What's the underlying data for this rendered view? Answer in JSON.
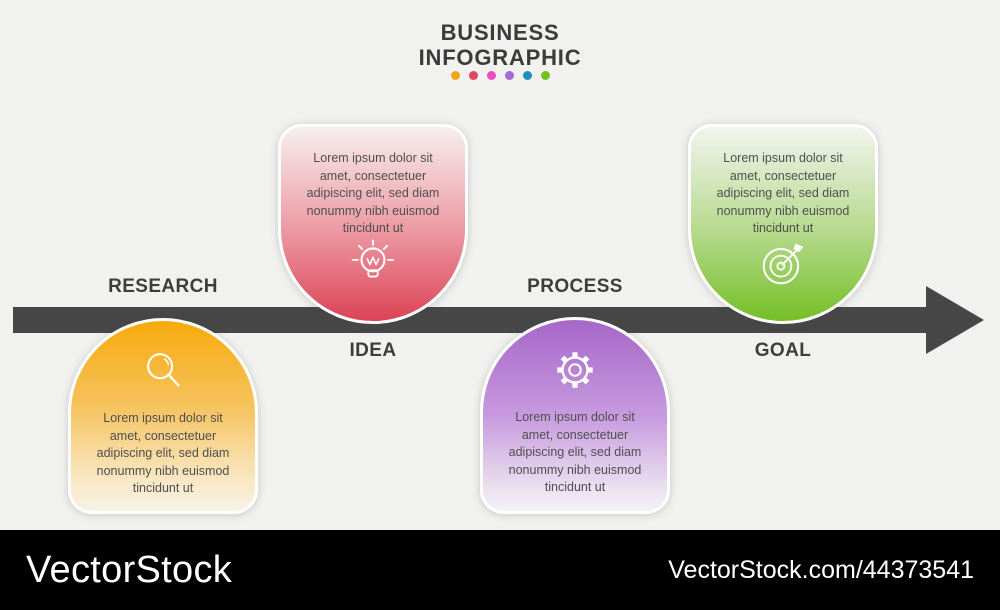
{
  "header": {
    "title_line1": "BUSINESS",
    "title_line2": "INFOGRAPHIC",
    "title_color": "#3b3b3b",
    "dot_colors": [
      "#f2a71b",
      "#e0475c",
      "#e74fc1",
      "#a569d3",
      "#1b92b8",
      "#72c222"
    ]
  },
  "timeline": {
    "arrow_color": "#474747"
  },
  "steps": [
    {
      "label": "RESEARCH",
      "icon": "magnifier-icon",
      "dome": "top",
      "gradient_top": "#f7aa0c",
      "gradient_bottom": "#f7f2e4",
      "lines": [
        "Lorem ipsum dolor sit",
        "amet, consectetuer",
        "adipiscing elit, sed diam",
        "nonummy nibh euismod",
        "tincidunt ut"
      ]
    },
    {
      "label": "IDEA",
      "icon": "lightbulb-icon",
      "dome": "bottom",
      "gradient_top": "#f6efef",
      "gradient_bottom": "#dc4356",
      "lines": [
        "Lorem ipsum dolor sit",
        "amet, consectetuer",
        "adipiscing elit, sed diam",
        "nonummy nibh euismod",
        "tincidunt ut"
      ]
    },
    {
      "label": "PROCESS",
      "icon": "gear-icon",
      "dome": "top",
      "gradient_top": "#a667c8",
      "gradient_bottom": "#f4f1f6",
      "lines": [
        "Lorem ipsum dolor sit",
        "amet, consectetuer",
        "adipiscing elit, sed diam",
        "nonummy nibh euismod",
        "tincidunt ut"
      ]
    },
    {
      "label": "GOAL",
      "icon": "target-icon",
      "dome": "bottom",
      "gradient_top": "#f2f4ef",
      "gradient_bottom": "#74bf26",
      "lines": [
        "Lorem ipsum dolor sit",
        "amet, consectetuer",
        "adipiscing elit, sed diam",
        "nonummy nibh euismod",
        "tincidunt ut"
      ]
    }
  ],
  "watermark": {
    "logo": "VectorStock",
    "url_text": "VectorStock.com/44373541",
    "bar_color": "#000000"
  }
}
